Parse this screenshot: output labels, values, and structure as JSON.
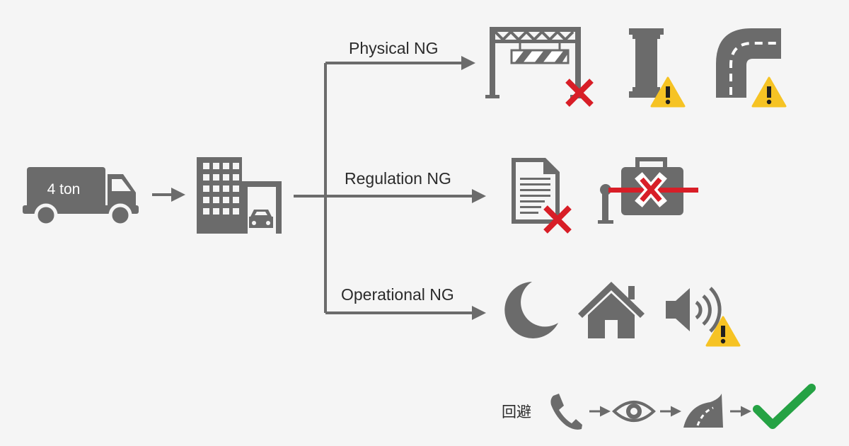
{
  "truck": {
    "label": "4 ton"
  },
  "branches": [
    {
      "label": "Physical NG",
      "icons": [
        "height-barrier-icon",
        "narrow-pillar-icon",
        "sharp-curve-road-icon"
      ]
    },
    {
      "label": "Regulation NG",
      "icons": [
        "document-rejected-icon",
        "restricted-barrier-icon"
      ]
    },
    {
      "label": "Operational NG",
      "icons": [
        "night-moon-icon",
        "residential-house-icon",
        "noise-speaker-icon"
      ]
    }
  ],
  "avoidance": {
    "label": "回避",
    "steps": [
      "phone-icon",
      "eye-icon",
      "road-icon",
      "checkmark-icon"
    ]
  },
  "colors": {
    "icon": "#6b6b6b",
    "line": "#6b6b6b",
    "text": "#2b2b2b",
    "cross": "#d81e27",
    "warning": "#f6c324",
    "check": "#25a244",
    "background": "#f5f5f5"
  }
}
